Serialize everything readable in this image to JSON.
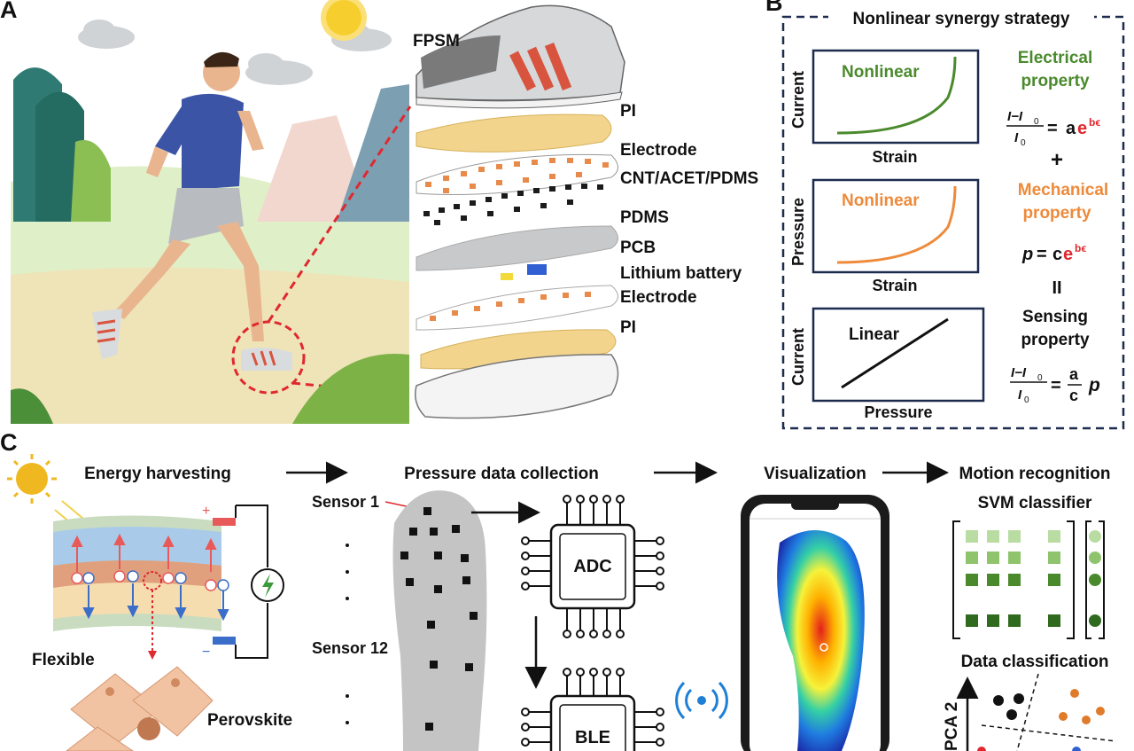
{
  "panel_labels": {
    "a": "A",
    "b": "B",
    "c": "C"
  },
  "panel_a": {
    "shoe_label": "FPSM",
    "layers": [
      "PI",
      "Electrode",
      "CNT/ACET/PDMS",
      "PDMS",
      "PCB",
      "Lithium battery",
      "Electrode",
      "PI"
    ]
  },
  "panel_b": {
    "title": "Nonlinear synergy strategy",
    "plot1": {
      "ylabel": "Current",
      "xlabel": "Strain",
      "curve_label": "Nonlinear"
    },
    "plot2": {
      "ylabel": "Pressure",
      "xlabel": "Strain",
      "curve_label": "Nonlinear"
    },
    "plot3": {
      "ylabel": "Current",
      "xlabel": "Pressure",
      "curve_label": "Linear"
    },
    "electrical_l1": "Electrical",
    "electrical_l2": "property",
    "mechanical_l1": "Mechanical",
    "mechanical_l2": "property",
    "sensing_l1": "Sensing",
    "sensing_l2": "property",
    "plus": "+",
    "equals": "II",
    "eq1": {
      "num": "I−I",
      "sub": "0",
      "den": "I",
      "rhs_eq": "=",
      "rhs_a": "a",
      "rhs_e": "e",
      "rhs_exp": "bϵ"
    },
    "eq2": {
      "p": "p",
      "eq": "=",
      "c": "c",
      "e": "e",
      "exp": "bϵ"
    },
    "eq3": {
      "num": "I−I",
      "sub": "0",
      "den": "I",
      "eq": "=",
      "a": "a",
      "c": "c",
      "p": "p"
    },
    "colors": {
      "green": "#4a8a2c",
      "orange": "#ee8a3a",
      "red": "#e0282e",
      "navy": "#1c2b4f"
    }
  },
  "panel_c": {
    "step1": "Energy harvesting",
    "step2": "Pressure data collection",
    "step3": "Visualization",
    "step4": "Motion recognition",
    "flexible": "Flexible",
    "perovskite": "Perovskite",
    "sensor1": "Sensor 1",
    "sensor12": "Sensor 12",
    "adc": "ADC",
    "ble": "BLE",
    "svm": "SVM classifier",
    "data_classification": "Data classification",
    "pca_axis": "PCA 2",
    "plus_sign": "+",
    "minus_sign": "−",
    "charge_plus": "+",
    "charge_minus": "−"
  },
  "icons": [
    "sun-icon",
    "cloud-icon",
    "runner-illustration",
    "shoe-icon",
    "chip-icon",
    "wifi-icon",
    "smartphone-icon",
    "lightning-icon"
  ]
}
